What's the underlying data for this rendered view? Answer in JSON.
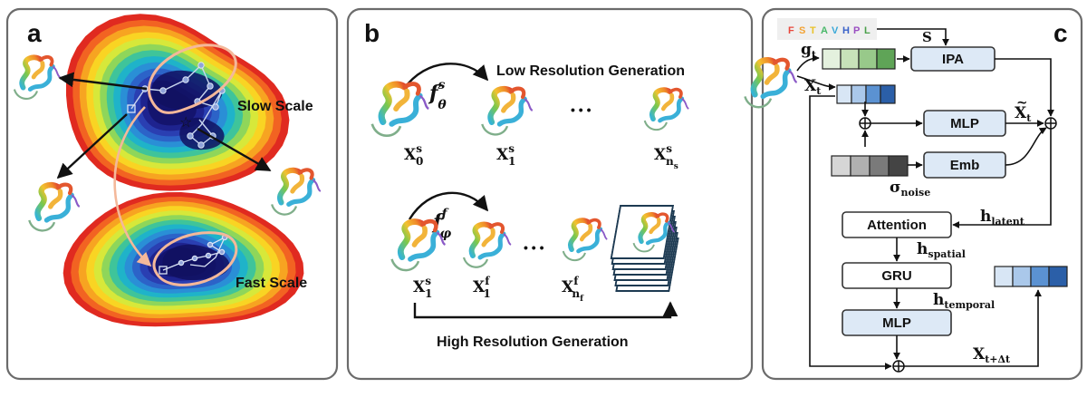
{
  "panels": {
    "a": {
      "letter": "a",
      "slow_label": "Slow Scale",
      "fast_label": "Fast Scale"
    },
    "b": {
      "letter": "b",
      "low_res_label": "Low Resolution Generation",
      "high_res_label": "High Resolution Generation",
      "f_low": "f",
      "f_low_sup": "s",
      "f_low_sub": "θ",
      "f_high": "f",
      "f_high_sup": "f",
      "f_high_sub": "φ",
      "x_main": "X",
      "x0_sup": "s",
      "x0_sub": "0",
      "x1_sup": "s",
      "x1_sub": "1",
      "xns_sup": "s",
      "xns_sub": "n",
      "xns_subsub": "s",
      "x1b_sup": "s",
      "x1b_sub": "1",
      "x1f_sup": "f",
      "x1f_sub": "1",
      "xnf_sup": "f",
      "xnf_sub": "n",
      "xnf_subsub": "f",
      "dots": "• • •"
    },
    "c": {
      "letter": "c",
      "sequence": [
        "F",
        "S",
        "T",
        "A",
        "V",
        "H",
        "P",
        "L"
      ],
      "sequence_colors": [
        "#e8483c",
        "#f2a233",
        "#e9c229",
        "#4ab86a",
        "#3aa8d8",
        "#3a62c9",
        "#9a4ec2",
        "#4aa04a"
      ],
      "ipa": "IPA",
      "mlp_top": "MLP",
      "emb": "Emb",
      "attention": "Attention",
      "gru": "GRU",
      "mlp_bottom": "MLP",
      "s_label": "S",
      "g_main": "g",
      "g_sub": "t",
      "x_main": "X",
      "x_sub": "t",
      "xtilde_main": "X",
      "xtilde_sub": "t",
      "xtilde_accent": "~",
      "sigma_main": "σ",
      "sigma_sub": "noise",
      "h_main": "h",
      "h_latent_sub": "latent",
      "h_spatial_sub": "spatial",
      "h_temporal_sub": "temporal",
      "xout_main": "X",
      "xout_sub": "t+Δt"
    }
  },
  "colors": {
    "panel_border": "#6b6b6b",
    "arrow_pink": "#f4b89a",
    "arrow_black": "#111111",
    "box_fill": "#dde9f6",
    "box_stroke": "#333333",
    "g_cells": [
      "#e4f1de",
      "#c7e2b9",
      "#98c98a",
      "#5fa457"
    ],
    "x_cells": [
      "#d8e6f5",
      "#aac8ea",
      "#5b92d2",
      "#2b5fa8"
    ],
    "noise_cells": [
      "#d6d6d6",
      "#b0b0b0",
      "#7a7a7a",
      "#444444"
    ],
    "out_cells": [
      "#d8e6f5",
      "#aac8ea",
      "#5b92d2",
      "#2b5fa8"
    ],
    "seq_bg": "#efefef"
  }
}
